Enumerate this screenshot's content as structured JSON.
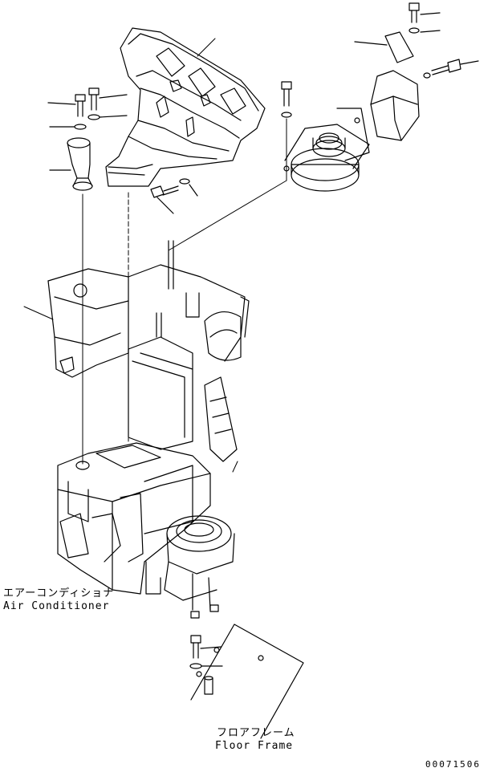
{
  "labels": {
    "air_conditioner_jp": "エアーコンディショナ",
    "air_conditioner_en": "Air Conditioner",
    "floor_frame_jp": "フロアフレーム",
    "floor_frame_en": "Floor Frame",
    "drawing_number": "00071506"
  },
  "colors": {
    "line": "#000000",
    "background": "#ffffff"
  }
}
